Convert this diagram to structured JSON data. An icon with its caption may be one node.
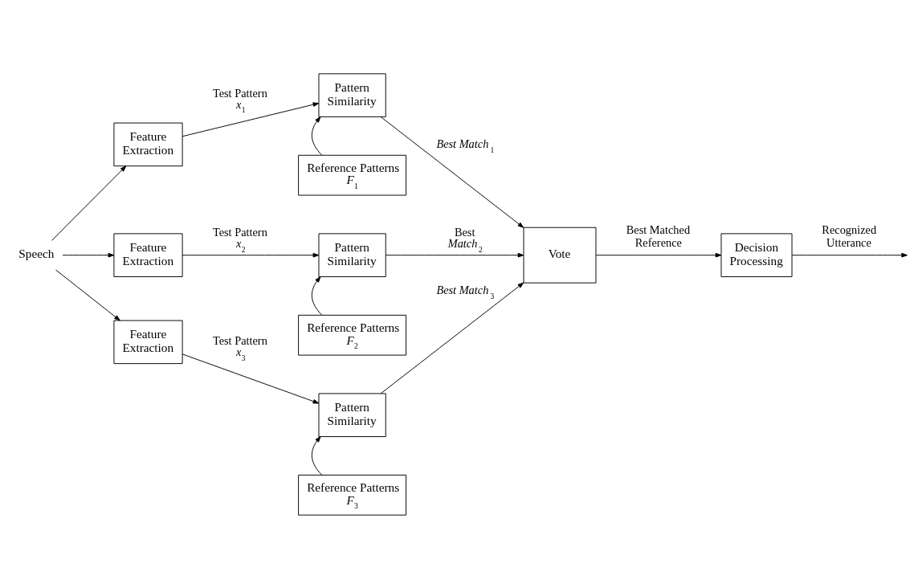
{
  "diagram": {
    "nodes": [
      {
        "text": [
          "Speech"
        ]
      },
      {
        "text": [
          "Feature Extraction"
        ]
      },
      {
        "text": [
          "Pattern Similarity"
        ]
      },
      {
        "text": [
          "Reference Patterns *F*$_{1}$"
        ]
      },
      {
        "text": [
          "Feature Extraction"
        ]
      },
      {
        "text": [
          "Pattern Similarity"
        ]
      },
      {
        "text": [
          "Reference Patterns *F*$_{2}$"
        ]
      },
      {
        "text": [
          "Feature Extraction"
        ]
      },
      {
        "text": [
          "Pattern Similarity"
        ]
      },
      {
        "text": [
          "Reference Patterns *F*$_{3}$"
        ]
      },
      {
        "text": [
          "Vote"
        ]
      },
      {
        "text": [
          "Decision Processing"
        ]
      }
    ],
    "edges": [
      {
        "from": 0,
        "to": 1,
        "arrow": "to"
      },
      {
        "from": 0,
        "to": 4,
        "arrow": "to"
      },
      {
        "from": 0,
        "to": 7,
        "arrow": "to"
      },
      {
        "from": 1,
        "to": 2,
        "arrow": "to",
        "label": "Test Pattern *x*$_{1}$"
      },
      {
        "from": 3,
        "to": 2,
        "arrow": "to"
      },
      {
        "from": 2,
        "to": 10,
        "arrow": "to",
        "label": "*Best Match*$_{1}$"
      },
      {
        "from": 4,
        "to": 5,
        "arrow": "to",
        "label": "Test Pattern *x*$_{2}$"
      },
      {
        "from": 6,
        "to": 5,
        "arrow": "to"
      },
      {
        "from": 5,
        "to": 10,
        "arrow": "to",
        "label": "Best *Match*$_{2}$"
      },
      {
        "from": 7,
        "to": 8,
        "arrow": "to",
        "label": "Test Pattern *x*$_{3}$"
      },
      {
        "from": 9,
        "to": 8,
        "arrow": "to"
      },
      {
        "from": 8,
        "to": 10,
        "arrow": "to",
        "label": "*Best Match*$_{3}$"
      },
      {
        "from": 10,
        "to": 11,
        "arrow": "to",
        "label": "Best Matched Reference"
      },
      {
        "from": 11,
        "to": null,
        "arrow": "to",
        "label": "Recognized Utterance"
      }
    ]
  }
}
